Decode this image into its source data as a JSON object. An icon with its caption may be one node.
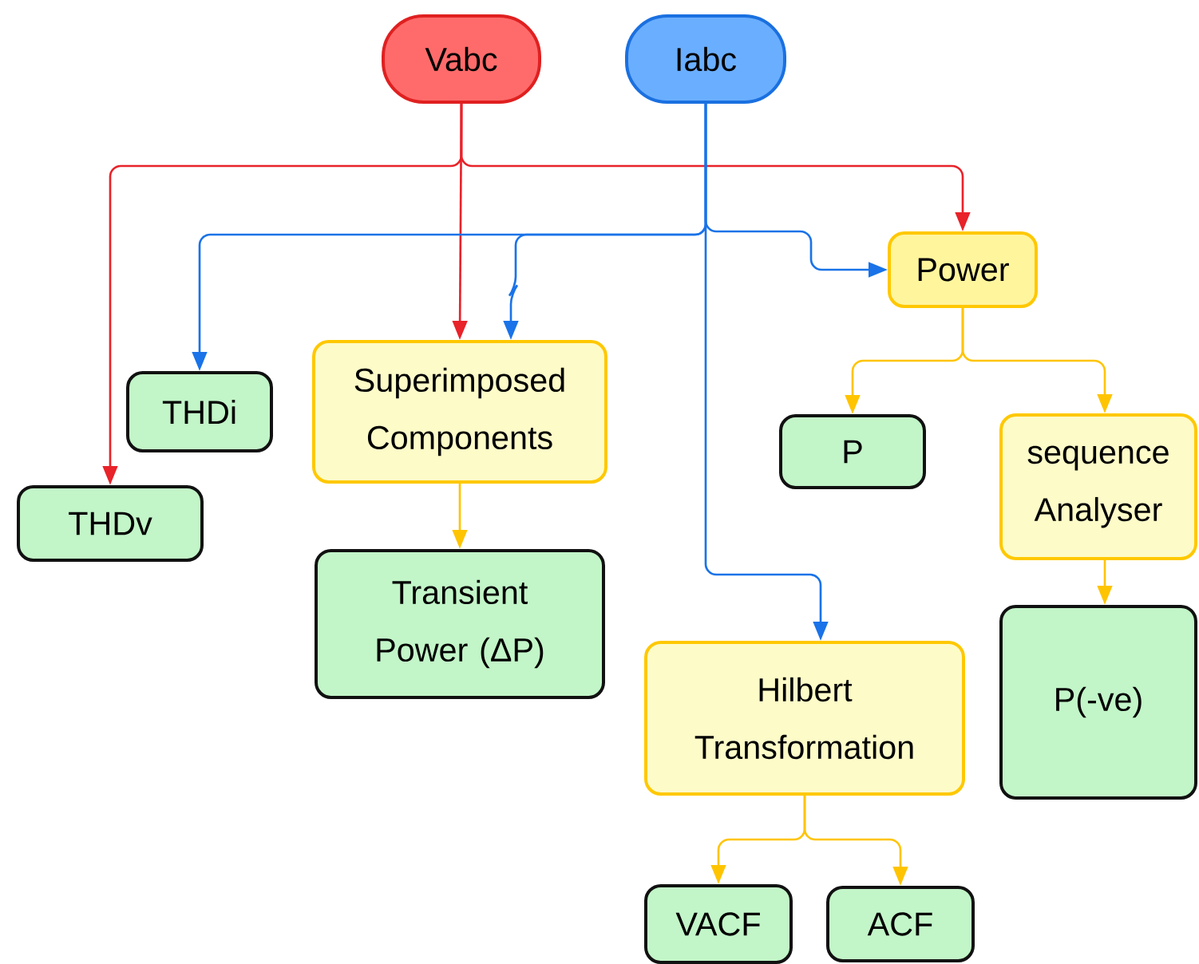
{
  "diagram": {
    "nodes": [
      {
        "text": [
          "Vabc"
        ]
      },
      {
        "text": [
          "Iabc"
        ]
      },
      {
        "text": [
          "Power"
        ]
      },
      {
        "text": [
          "THDi"
        ]
      },
      {
        "text": [
          "Superimposed Components"
        ]
      },
      {
        "text": [
          "P"
        ]
      },
      {
        "text": [
          "sequence Analyser"
        ]
      },
      {
        "text": [
          "THDv"
        ]
      },
      {
        "text": [
          "Transient Power (ΔP)"
        ]
      },
      {
        "text": [
          "P(-ve)"
        ]
      },
      {
        "text": [
          "Hilbert Transformation"
        ]
      },
      {
        "text": [
          "VACF"
        ]
      },
      {
        "text": [
          "ACF"
        ]
      }
    ],
    "edges": [
      {
        "from": 0,
        "to": 7,
        "arrow": "to",
        "color": "#e8232a"
      },
      {
        "from": 0,
        "to": 4,
        "arrow": "to",
        "color": "#e8232a"
      },
      {
        "from": 0,
        "to": 2,
        "arrow": "to",
        "color": "#e8232a"
      },
      {
        "from": 1,
        "to": 3,
        "arrow": "to",
        "color": "#1a73e8"
      },
      {
        "from": 1,
        "to": 4,
        "arrow": "to",
        "color": "#1a73e8"
      },
      {
        "from": 1,
        "to": 2,
        "arrow": "to",
        "color": "#1a73e8"
      },
      {
        "from": 1,
        "to": 10,
        "arrow": "to",
        "color": "#1a73e8"
      },
      {
        "from": 2,
        "to": 5,
        "arrow": "to"
      },
      {
        "from": 2,
        "to": 6,
        "arrow": "to"
      },
      {
        "from": 6,
        "to": 9,
        "arrow": "to"
      },
      {
        "from": 4,
        "to": 8,
        "arrow": "to"
      },
      {
        "from": 10,
        "to": 11,
        "arrow": "to"
      },
      {
        "from": 10,
        "to": 12,
        "arrow": "to"
      }
    ]
  }
}
